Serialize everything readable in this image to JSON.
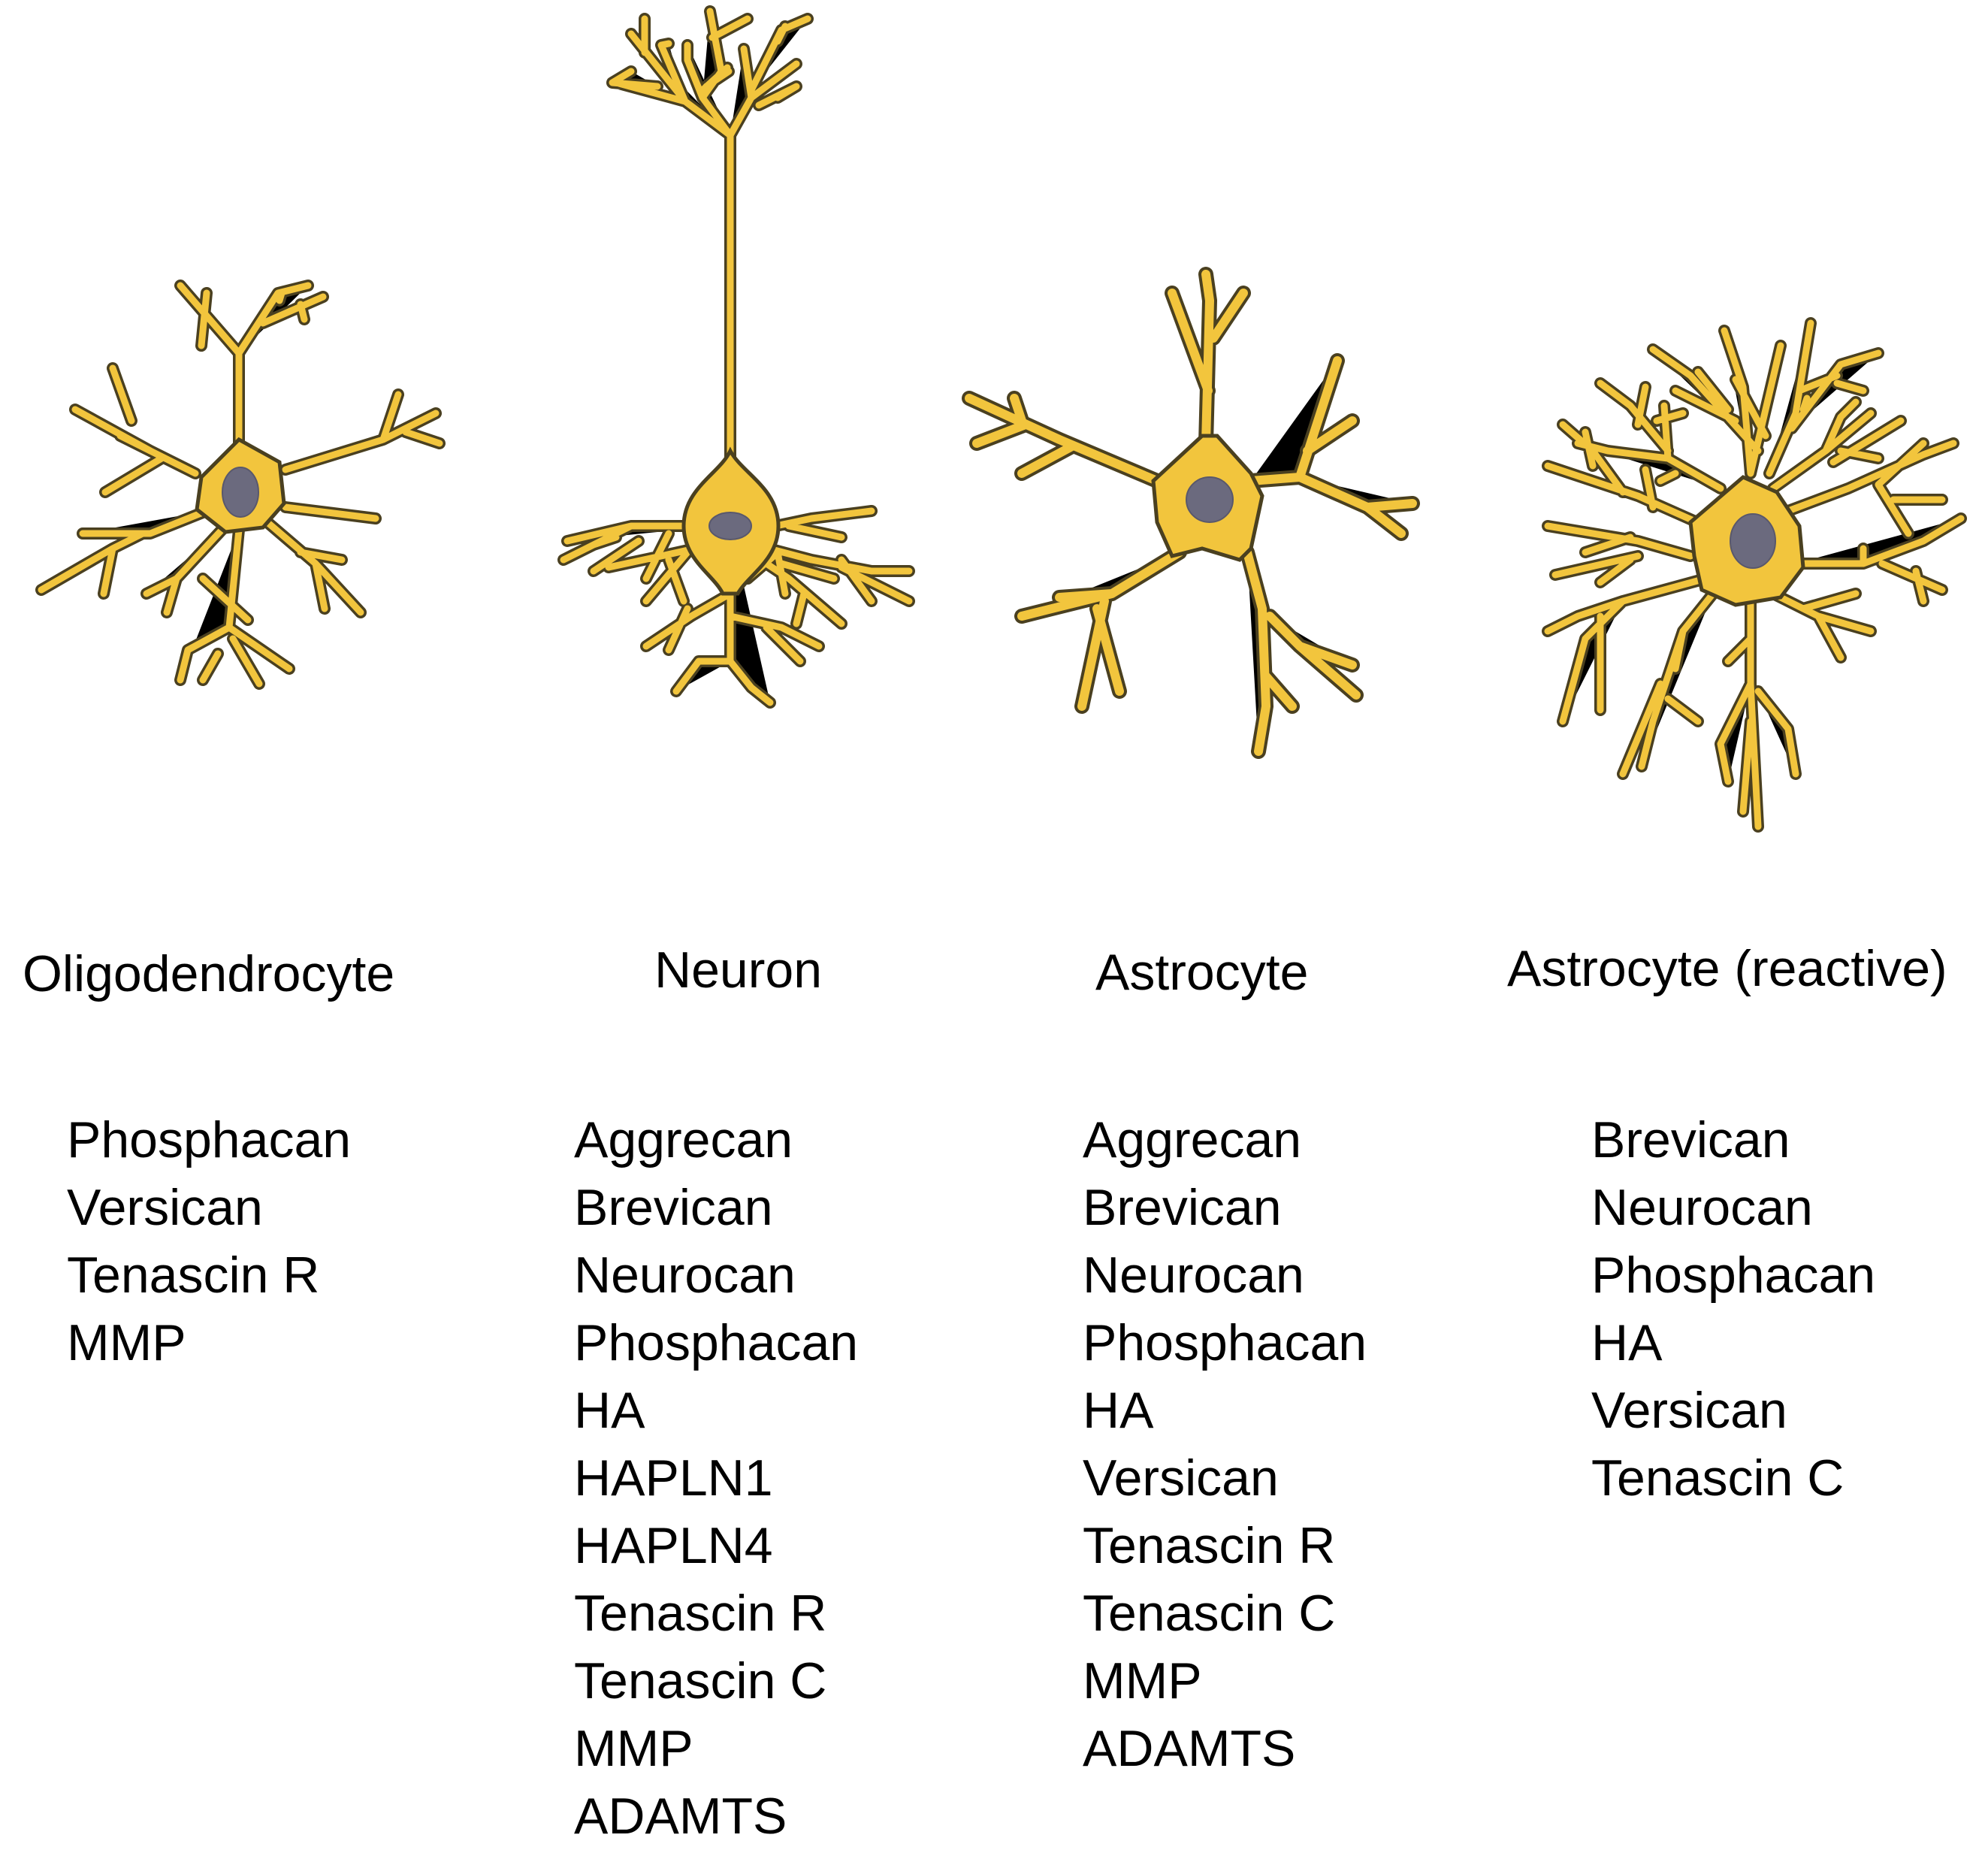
{
  "figure": {
    "colors": {
      "cell_fill": "#f2c53d",
      "cell_outline": "#4a4020",
      "nucleus": "#6b6a7e",
      "text": "#000000",
      "background": "#ffffff"
    },
    "columns": [
      {
        "cell_type": "Oligodendrocyte",
        "icon": "oligodendrocyte-cell-icon",
        "molecules": [
          "Phosphacan",
          "Versican",
          "Tenascin R",
          "MMP"
        ]
      },
      {
        "cell_type": "Neuron",
        "icon": "neuron-cell-icon",
        "molecules": [
          "Aggrecan",
          "Brevican",
          "Neurocan",
          "Phosphacan",
          "HA",
          "HAPLN1",
          "HAPLN4",
          "Tenascin R",
          "Tenascin C",
          "MMP",
          "ADAMTS"
        ]
      },
      {
        "cell_type": "Astrocyte",
        "icon": "astrocyte-cell-icon",
        "molecules": [
          "Aggrecan",
          "Brevican",
          "Neurocan",
          "Phosphacan",
          "HA",
          "Versican",
          "Tenascin R",
          "Tenascin C",
          "MMP",
          "ADAMTS"
        ]
      },
      {
        "cell_type": "Astrocyte (reactive)",
        "icon": "reactive-astrocyte-cell-icon",
        "molecules": [
          "Brevican",
          "Neurocan",
          "Phosphacan",
          "HA",
          "Versican",
          "Tenascin C"
        ]
      }
    ]
  }
}
